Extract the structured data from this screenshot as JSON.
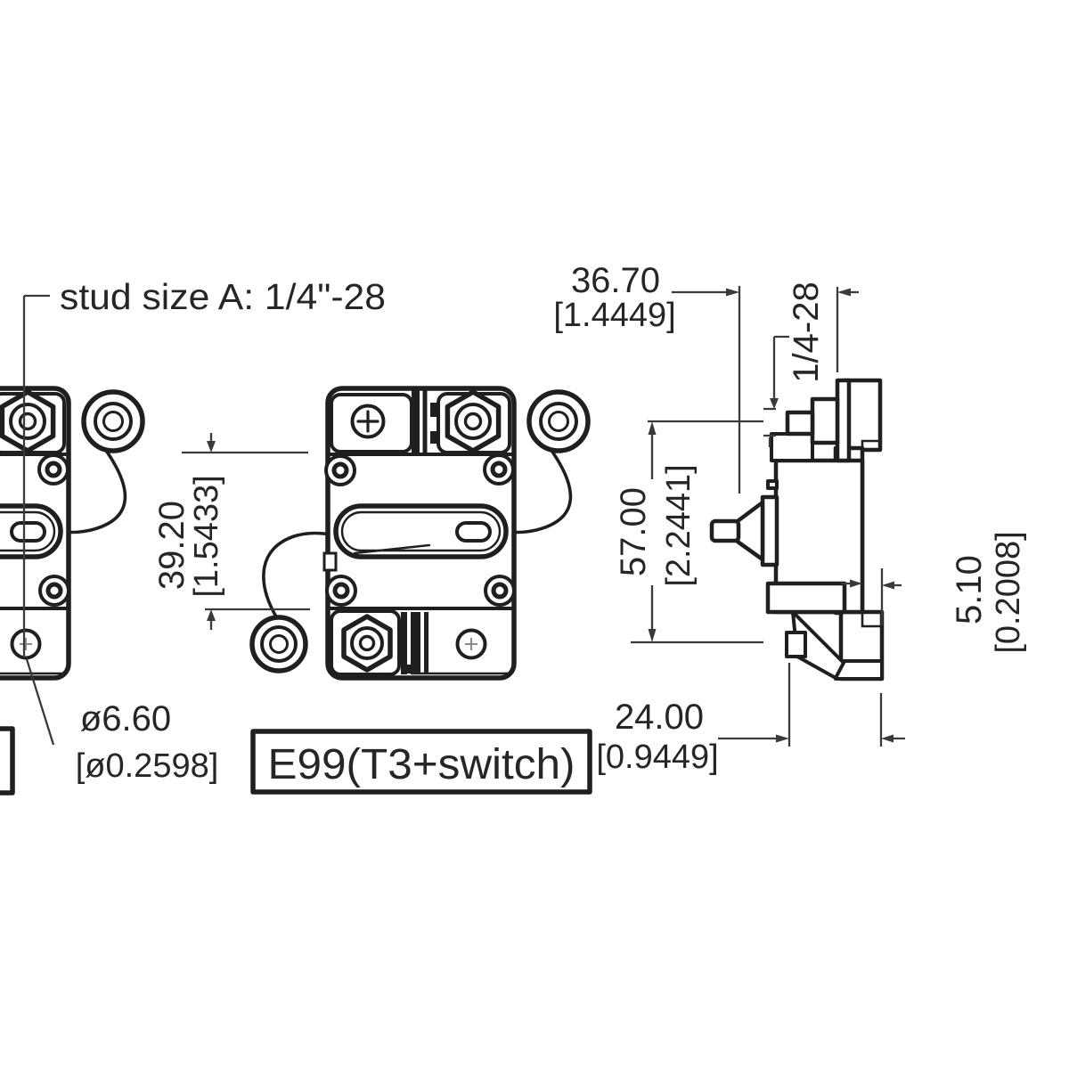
{
  "annotations": {
    "stud_note": "stud size A: 1/4\"-28",
    "thread_callout": "1/4-28",
    "model_label": "E99(T3+switch)"
  },
  "dimensions": {
    "stud_offset": {
      "mm": "36.70",
      "inch": "[1.4449]"
    },
    "body_height": {
      "mm": "39.20",
      "inch": "[1.5433]"
    },
    "overall_height": {
      "mm": "57.00",
      "inch": "[2.2441]"
    },
    "flange_depth": {
      "mm": "5.10",
      "inch": "[0.2008]"
    },
    "mount_depth": {
      "mm": "24.00",
      "inch": "[0.9449]"
    },
    "hole_diameter": {
      "mm": "ø6.60",
      "inch": "[ø0.2598]"
    }
  }
}
